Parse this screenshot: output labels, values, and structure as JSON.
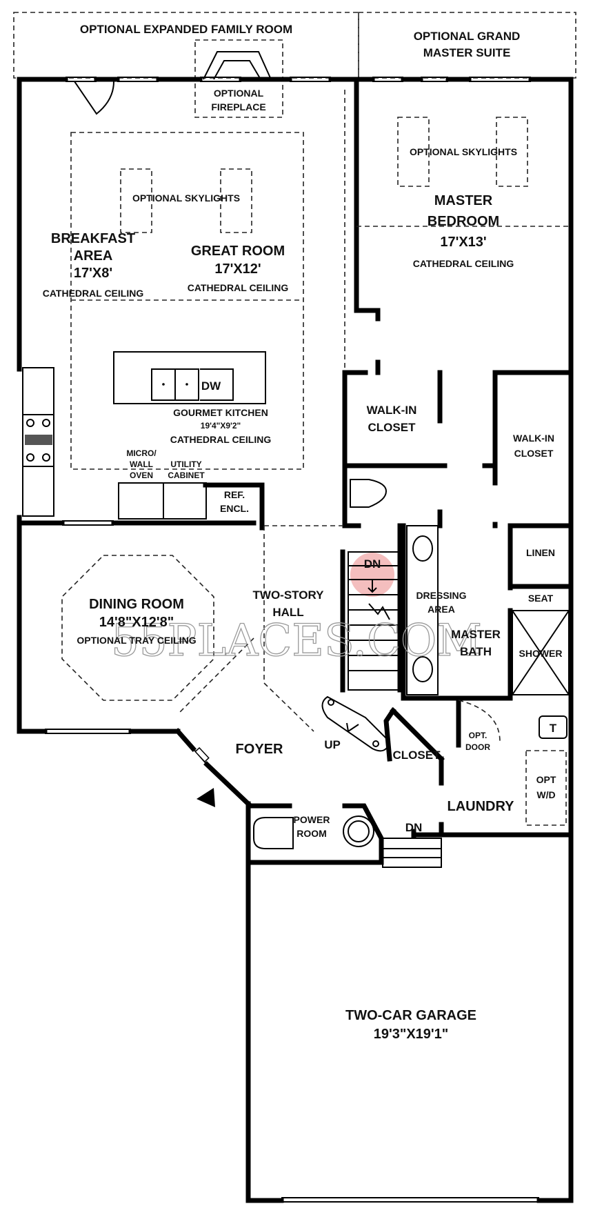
{
  "rooms": {
    "optional_family_room": "OPTIONAL EXPANDED FAMILY ROOM",
    "optional_master_suite_1": "OPTIONAL GRAND",
    "optional_master_suite_2": "MASTER SUITE",
    "fireplace_1": "OPTIONAL",
    "fireplace_2": "FIREPLACE",
    "skylights_left": "OPTIONAL SKYLIGHTS",
    "skylights_right": "OPTIONAL SKYLIGHTS",
    "breakfast_1": "BREAKFAST",
    "breakfast_2": "AREA",
    "breakfast_dim": "17'X8'",
    "breakfast_ceiling": "CATHEDRAL CEILING",
    "great_room": "GREAT ROOM",
    "great_room_dim": "17'X12'",
    "great_room_ceiling": "CATHEDRAL CEILING",
    "master_bed_1": "MASTER",
    "master_bed_2": "BEDROOM",
    "master_bed_dim": "17'X13'",
    "master_bed_ceiling": "CATHEDRAL CEILING",
    "dw": "DW",
    "kitchen": "GOURMET KITCHEN",
    "kitchen_dim": "19'4\"X9'2\"",
    "kitchen_ceiling": "CATHEDRAL CEILING",
    "micro_1": "MICRO/",
    "micro_2": "WALL",
    "micro_3": "OVEN",
    "utility_1": "UTILITY",
    "utility_2": "CABINET",
    "ref_1": "REF.",
    "ref_2": "ENCL.",
    "walkin_left_1": "WALK-IN",
    "walkin_left_2": "CLOSET",
    "walkin_right_1": "WALK-IN",
    "walkin_right_2": "CLOSET",
    "linen": "LINEN",
    "seat": "SEAT",
    "shower": "SHOWER",
    "dining": "DINING ROOM",
    "dining_dim": "14'8\"X12'8\"",
    "dining_ceiling": "OPTIONAL TRAY CEILING",
    "hall_1": "TWO-STORY",
    "hall_2": "HALL",
    "stair_dn": "DN",
    "dressing_1": "DRESSING",
    "dressing_2": "AREA",
    "master_bath_1": "MASTER",
    "master_bath_2": "BATH",
    "foyer": "FOYER",
    "up": "UP",
    "closet": "CLOSET",
    "opt_door_1": "OPT.",
    "opt_door_2": "DOOR",
    "toilet_t": "T",
    "opt_wd_1": "OPT",
    "opt_wd_2": "W/D",
    "laundry": "LAUNDRY",
    "garage_dn": "DN",
    "power_1": "POWER",
    "power_2": "ROOM",
    "garage": "TWO-CAR GARAGE",
    "garage_dim": "19'3\"X19'1\""
  },
  "watermark": "55PLACES.COM",
  "colors": {
    "wall": "#000000",
    "highlight": "#f2b3b3",
    "background": "#ffffff"
  }
}
